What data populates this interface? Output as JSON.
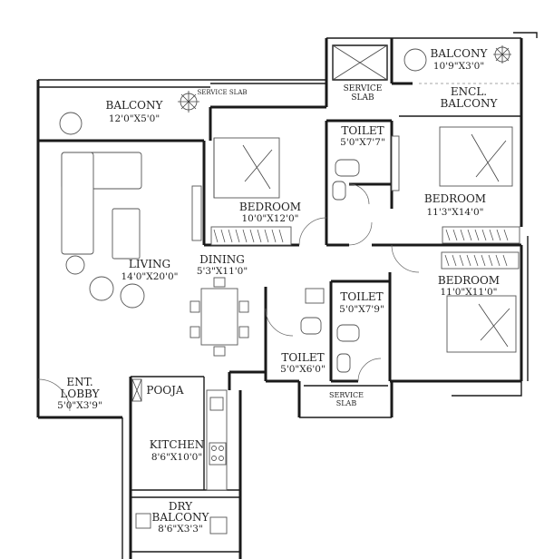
{
  "rooms": {
    "balcony_main": {
      "name": "BALCONY",
      "dim": "12'0\"X5'0\""
    },
    "balcony_top": {
      "name": "BALCONY",
      "dim": "10'9\"X3'0\""
    },
    "service_slab_small": {
      "name": "SERVICE SLAB"
    },
    "service_slab_top_1": {
      "name": "SERVICE"
    },
    "service_slab_top_2": {
      "name": "SLAB"
    },
    "encl_balcony_1": {
      "name": "ENCL."
    },
    "encl_balcony_2": {
      "name": "BALCONY"
    },
    "toilet_top": {
      "name": "TOILET",
      "dim": "5'0\"X7'7\""
    },
    "bedroom_left": {
      "name": "BEDROOM",
      "dim": "10'0\"X12'0\""
    },
    "bedroom_right": {
      "name": "BEDROOM",
      "dim": "11'3\"X14'0\""
    },
    "bedroom_lower": {
      "name": "BEDROOM",
      "dim": "11'0\"X11'0\""
    },
    "living": {
      "name": "LIVING",
      "dim": "14'0\"X20'0\""
    },
    "dining": {
      "name": "DINING",
      "dim": "5'3\"X11'0\""
    },
    "toilet_mid": {
      "name": "TOILET",
      "dim": "5'0\"X7'9\""
    },
    "toilet_low": {
      "name": "TOILET",
      "dim": "5'0\"X6'0\""
    },
    "service_slab_bottom_1": {
      "name": "SERVICE"
    },
    "service_slab_bottom_2": {
      "name": "SLAB"
    },
    "ent_lobby_1": {
      "name": "ENT."
    },
    "ent_lobby_2": {
      "name": "LOBBY",
      "dim": "5'0\"X3'9\""
    },
    "pooja": {
      "name": "POOJA"
    },
    "kitchen": {
      "name": "KITCHEN",
      "dim": "8'6\"X10'0\""
    },
    "dry_balcony_1": {
      "name": "DRY"
    },
    "dry_balcony_2": {
      "name": "BALCONY",
      "dim": "8'6\"X3'3\""
    }
  }
}
